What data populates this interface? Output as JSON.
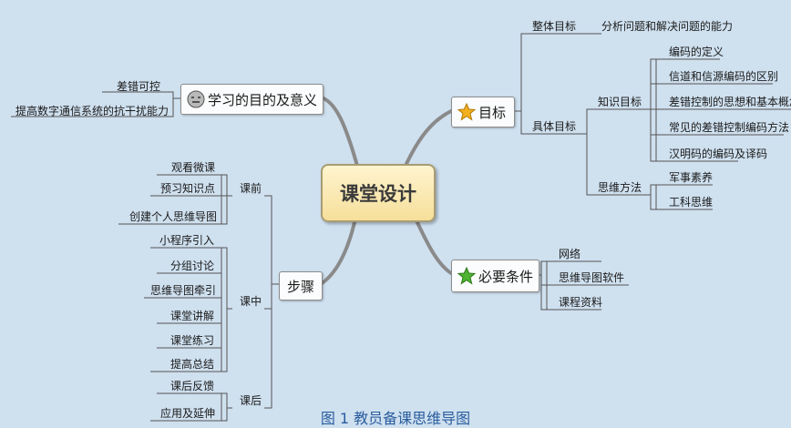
{
  "central_topic": "课堂设计",
  "caption": "图 1   教员备课思维导图",
  "branches": {
    "purpose": {
      "label": "学习的目的及意义",
      "icon": "thinking-face-icon",
      "children": [
        "差错可控",
        "提高数字通信系统的抗干扰能力"
      ]
    },
    "goals": {
      "label": "目标",
      "icon": "star-icon",
      "overall_label": "整体目标",
      "overall_value": "分析问题和解决问题的能力",
      "specific_label": "具体目标",
      "knowledge_label": "知识目标",
      "knowledge_items": [
        "编码的定义",
        "信道和信源编码的区别",
        "差错控制的思想和基本概念",
        "常见的差错控制编码方法",
        "汉明码的编码及译码"
      ],
      "thinking_label": "思维方法",
      "thinking_items": [
        "军事素养",
        "工科思维"
      ]
    },
    "conditions": {
      "label": "必要条件",
      "icon": "green-star-icon",
      "items": [
        "网络",
        "思维导图软件",
        "课程资料"
      ]
    },
    "steps": {
      "label": "步骤",
      "before_label": "课前",
      "before_items": [
        "观看微课",
        "预习知识点",
        "创建个人思维导图"
      ],
      "during_label": "课中",
      "during_items": [
        "小程序引入",
        "分组讨论",
        "思维导图牵引",
        "课堂讲解",
        "课堂练习",
        "提高总结"
      ],
      "after_label": "课后",
      "after_items": [
        "课后反馈",
        "应用及延伸"
      ]
    }
  },
  "colors": {
    "background": "#cfe0ef",
    "center_fill": "#f6df9a",
    "caption": "#2a5d9e",
    "star_yellow": "#f2b01e",
    "star_green": "#4fb233"
  }
}
